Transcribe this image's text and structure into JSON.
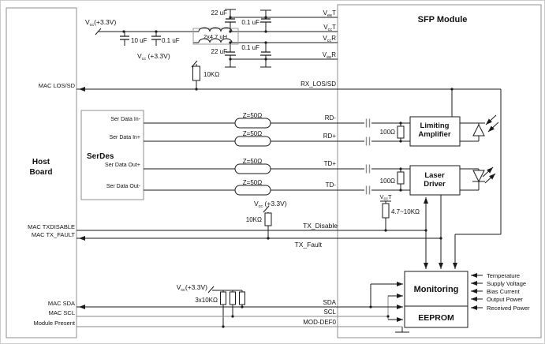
{
  "colors": {
    "wire": "#1a1a1a",
    "box_border": "#8f8f8f",
    "gray_wire": "#8a8a8a",
    "coupling_cap": "#909090",
    "background": "#ffffff"
  },
  "host": {
    "title1": "Host",
    "title2": "Board",
    "los": "MAC LOS/SD",
    "tx_disable": "MAC TXDISABLE",
    "tx_fault": "MAC TX_FAULT",
    "sda": "MAC SDA",
    "scl": "MAC SCL",
    "present": "Module Present"
  },
  "serdes": {
    "title": "SerDes",
    "in_minus": "Ser Data In-",
    "in_plus": "Ser Data In+",
    "out_plus": "Ser Data Out+",
    "out_minus": "Ser Data Out-"
  },
  "sfp": {
    "title": "SFP Module",
    "rails": [
      {
        "pre": "V",
        "sub": "ee",
        "post": "T"
      },
      {
        "pre": "V",
        "sub": "cc",
        "post": "T"
      },
      {
        "pre": "V",
        "sub": "cc",
        "post": "R"
      },
      {
        "pre": "V",
        "sub": "ee",
        "post": "R"
      }
    ],
    "rx_los": "RX_LOS/SD",
    "rd_minus": "RD-",
    "rd_plus": "RD+",
    "td_plus": "TD+",
    "td_minus": "TD-",
    "tx_disable": "TX_Disable",
    "tx_fault": "TX_Fault",
    "sda": "SDA",
    "scl": "SCL",
    "mod_def0": "MOD-DEF0",
    "limiting1": "Limiting",
    "limiting2": "Amplifier",
    "laser1": "Laser",
    "laser2": "Driver",
    "monitoring": "Monitoring",
    "eeprom": "EEPROM",
    "monitor_inputs": [
      "Temperature",
      "Supply Voltage",
      "Bias Current",
      "Output Power",
      "Received Power"
    ]
  },
  "components": {
    "vcc": {
      "pre": "V",
      "sub": "cc",
      "post": "(+3.3V)",
      "post_spaced": " (+3.3V)"
    },
    "vcct": {
      "pre": "V",
      "sub": "cc",
      "post": "T"
    },
    "c_10uf": "10 uF",
    "c_01uf": "0.1 uF",
    "c_22uf": "22 uF",
    "l_filter": "2x4.7 uH",
    "r_10k": "10KΩ",
    "r_100": "100Ω",
    "r_pullup_range": "4.7~10KΩ",
    "r_3x10k": "3x10KΩ",
    "z50": "Z=50Ω"
  }
}
